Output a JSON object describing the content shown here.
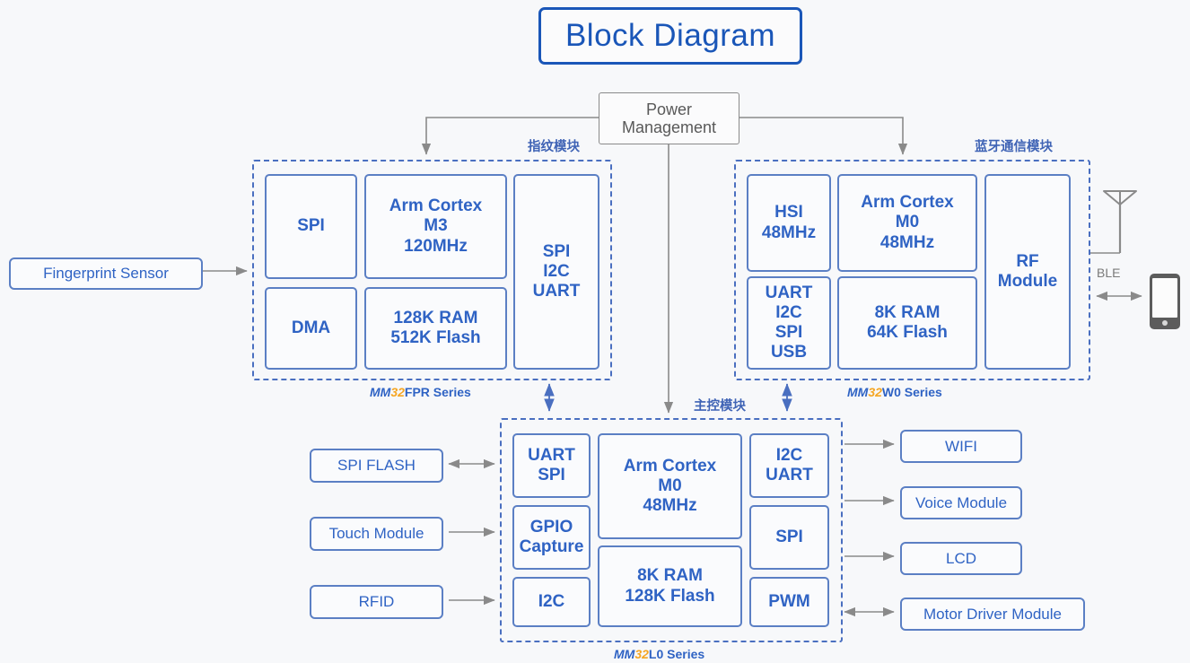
{
  "title": {
    "text": "Block Diagram"
  },
  "power": {
    "line1": "Power",
    "line2": "Management"
  },
  "groups": {
    "fingerprint": {
      "cn_label": "指纹模块",
      "series_mm": "MM",
      "series_num": "32",
      "series_tail": "FPR Series",
      "blocks": [
        {
          "name": "spi",
          "lines": [
            "SPI"
          ]
        },
        {
          "name": "dma",
          "lines": [
            "DMA"
          ]
        },
        {
          "name": "core",
          "lines": [
            "Arm Cortex",
            "M3",
            "120MHz"
          ]
        },
        {
          "name": "memory",
          "lines": [
            "128K RAM",
            "512K Flash"
          ]
        },
        {
          "name": "interfaces",
          "lines": [
            "SPI",
            "I2C",
            "UART"
          ]
        }
      ]
    },
    "bluetooth": {
      "cn_label": "蓝牙通信模块",
      "series_mm": "MM",
      "series_num": "32",
      "series_tail": "W0 Series",
      "blocks": [
        {
          "name": "hsi",
          "lines": [
            "HSI",
            "48MHz"
          ]
        },
        {
          "name": "interfaces",
          "lines": [
            "UART",
            "I2C",
            "SPI",
            "USB"
          ]
        },
        {
          "name": "core",
          "lines": [
            "Arm Cortex",
            "M0",
            "48MHz"
          ]
        },
        {
          "name": "memory",
          "lines": [
            "8K RAM",
            "64K Flash"
          ]
        },
        {
          "name": "rf",
          "lines": [
            "RF",
            "Module"
          ]
        }
      ]
    },
    "main_control": {
      "cn_label": "主控模块",
      "series_mm": "MM",
      "series_num": "32",
      "series_tail": "L0 Series",
      "blocks": [
        {
          "name": "uart-spi",
          "lines": [
            "UART",
            "SPI"
          ]
        },
        {
          "name": "gpio-capture",
          "lines": [
            "GPIO",
            "Capture"
          ]
        },
        {
          "name": "i2c",
          "lines": [
            "I2C"
          ]
        },
        {
          "name": "core",
          "lines": [
            "Arm Cortex",
            "M0",
            "48MHz"
          ]
        },
        {
          "name": "memory",
          "lines": [
            "8K RAM",
            "128K Flash"
          ]
        },
        {
          "name": "i2c-uart",
          "lines": [
            "I2C",
            "UART"
          ]
        },
        {
          "name": "spi",
          "lines": [
            "SPI"
          ]
        },
        {
          "name": "pwm",
          "lines": [
            "PWM"
          ]
        }
      ]
    }
  },
  "peripherals": {
    "left_of_fingerprint": [
      {
        "name": "fingerprint-sensor",
        "label": "Fingerprint Sensor",
        "arrow": "single-right"
      }
    ],
    "left_of_main": [
      {
        "name": "spi-flash",
        "label": "SPI FLASH",
        "arrow": "bidirectional"
      },
      {
        "name": "touch-module",
        "label": "Touch Module",
        "arrow": "single-right"
      },
      {
        "name": "rfid",
        "label": "RFID",
        "arrow": "single-right"
      }
    ],
    "right_of_main": [
      {
        "name": "wifi",
        "label": "WIFI",
        "arrow": "single-right"
      },
      {
        "name": "voice-module",
        "label": "Voice Module",
        "arrow": "single-right"
      },
      {
        "name": "lcd",
        "label": "LCD",
        "arrow": "single-right"
      },
      {
        "name": "motor-driver-module",
        "label": "Motor Driver Module",
        "arrow": "bidirectional"
      }
    ]
  },
  "wireless": {
    "ble_label": "BLE",
    "antenna_icon": "antenna-icon",
    "phone_icon": "smartphone-icon"
  },
  "colors": {
    "background": "#f7f8fa",
    "title_border": "#1a56b8",
    "block_border": "#5b7fc4",
    "block_text": "#2f63c4",
    "dashed_group": "#4a6fc0",
    "gray_wire": "#8a8a8a",
    "accent_orange": "#f5a623",
    "power_text": "#595959",
    "cn_label": "#3f63b5"
  }
}
